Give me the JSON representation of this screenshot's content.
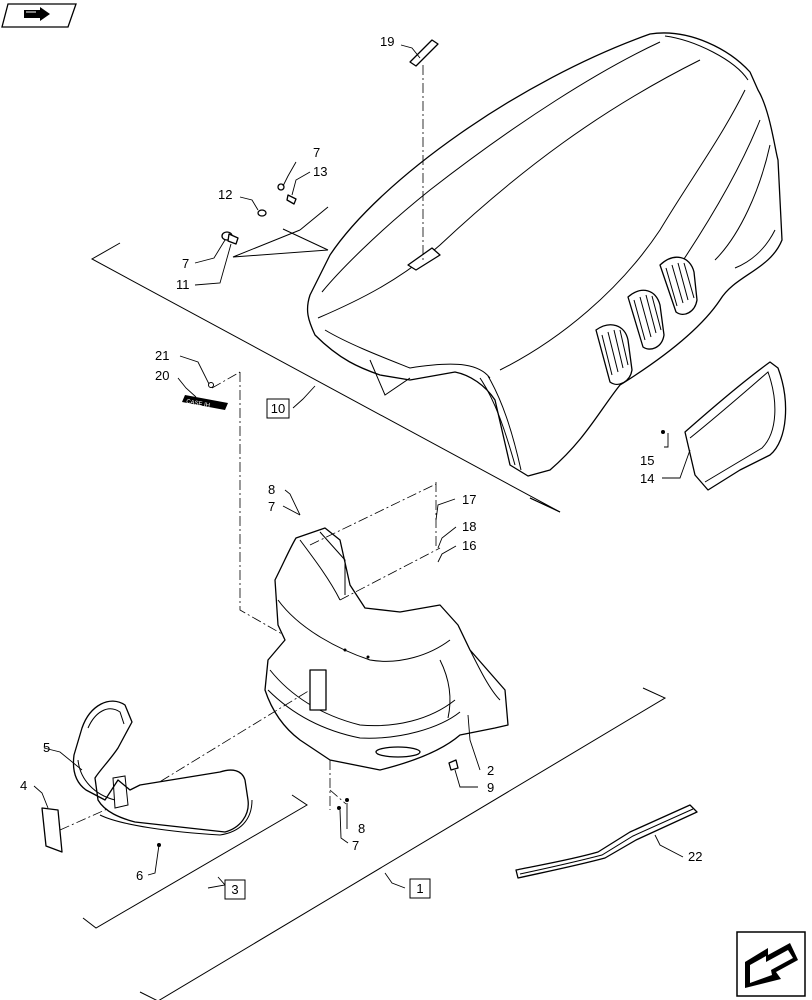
{
  "corner_icons": {
    "top_left": "book-arrow-icon",
    "bottom_right": "next-page-arrow-icon"
  },
  "callouts": {
    "c19": "19",
    "c7a": "7",
    "c13": "13",
    "c12": "12",
    "c7b": "7",
    "c11": "11",
    "c21": "21",
    "c20": "20",
    "c8a": "8",
    "c7c": "7",
    "c17": "17",
    "c18": "18",
    "c16": "16",
    "c15": "15",
    "c14": "14",
    "c5": "5",
    "c4": "4",
    "c6": "6",
    "c2": "2",
    "c9": "9",
    "c8b": "8",
    "c7d": "7",
    "c22": "22"
  },
  "assemblies": {
    "a10": "10",
    "a3": "3",
    "a1": "1"
  },
  "emblem_text": "CASE IH"
}
